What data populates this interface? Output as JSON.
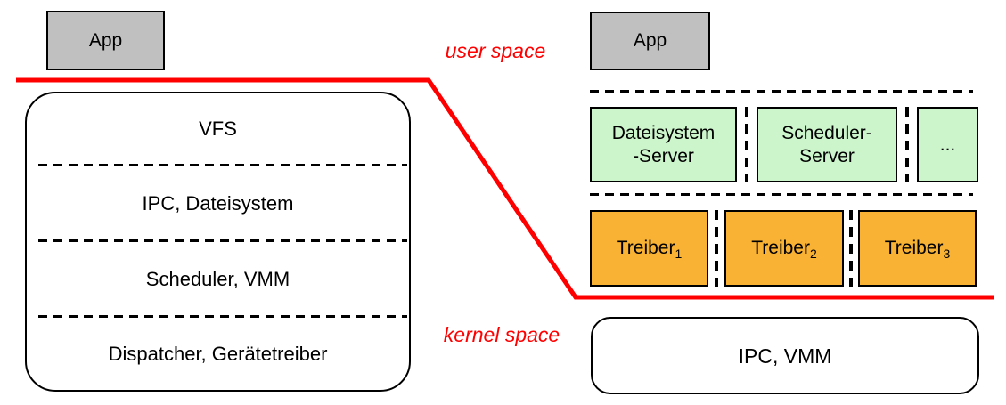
{
  "boundary": {
    "user_space_label": "user space",
    "kernel_space_label": "kernel space",
    "line_color": "#ff0000"
  },
  "monolithic": {
    "app_label": "App",
    "layers": [
      {
        "label": "VFS"
      },
      {
        "label": "IPC, Dateisystem"
      },
      {
        "label": "Scheduler, VMM"
      },
      {
        "label": "Dispatcher, Gerätetreiber"
      }
    ]
  },
  "microkernel": {
    "app_label": "App",
    "servers": [
      {
        "line1": "Dateisystem",
        "line2": "-Server"
      },
      {
        "line1": "Scheduler-",
        "line2": "Server"
      },
      {
        "line1": "..."
      }
    ],
    "drivers": [
      {
        "name": "Treiber",
        "index": "1"
      },
      {
        "name": "Treiber",
        "index": "2"
      },
      {
        "name": "Treiber",
        "index": "3"
      }
    ],
    "kernel_label": "IPC, VMM"
  },
  "colors": {
    "app_fill": "#c0c0c0",
    "server_fill": "#ccf5cc",
    "driver_fill": "#f9b233",
    "boundary_red": "#ff0000",
    "border_black": "#000000"
  }
}
